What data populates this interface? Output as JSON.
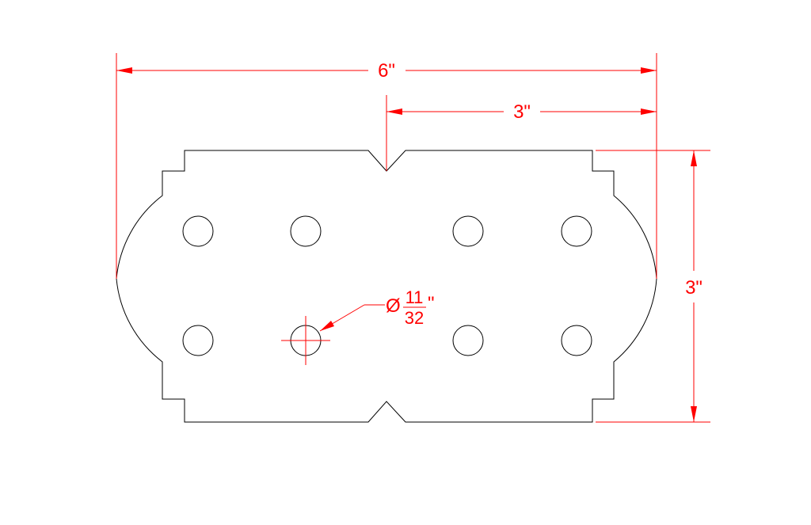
{
  "drawing": {
    "dimensions": {
      "overall_width": "6\"",
      "half_width": "3\"",
      "height": "3\""
    },
    "hole_callout": {
      "diameter_symbol": "Ø",
      "numerator": "11",
      "denominator": "32",
      "unit": "\""
    },
    "hole_count": 8,
    "colors": {
      "part_outline": "#000000",
      "dimension": "#ff0000",
      "background": "#ffffff"
    }
  }
}
